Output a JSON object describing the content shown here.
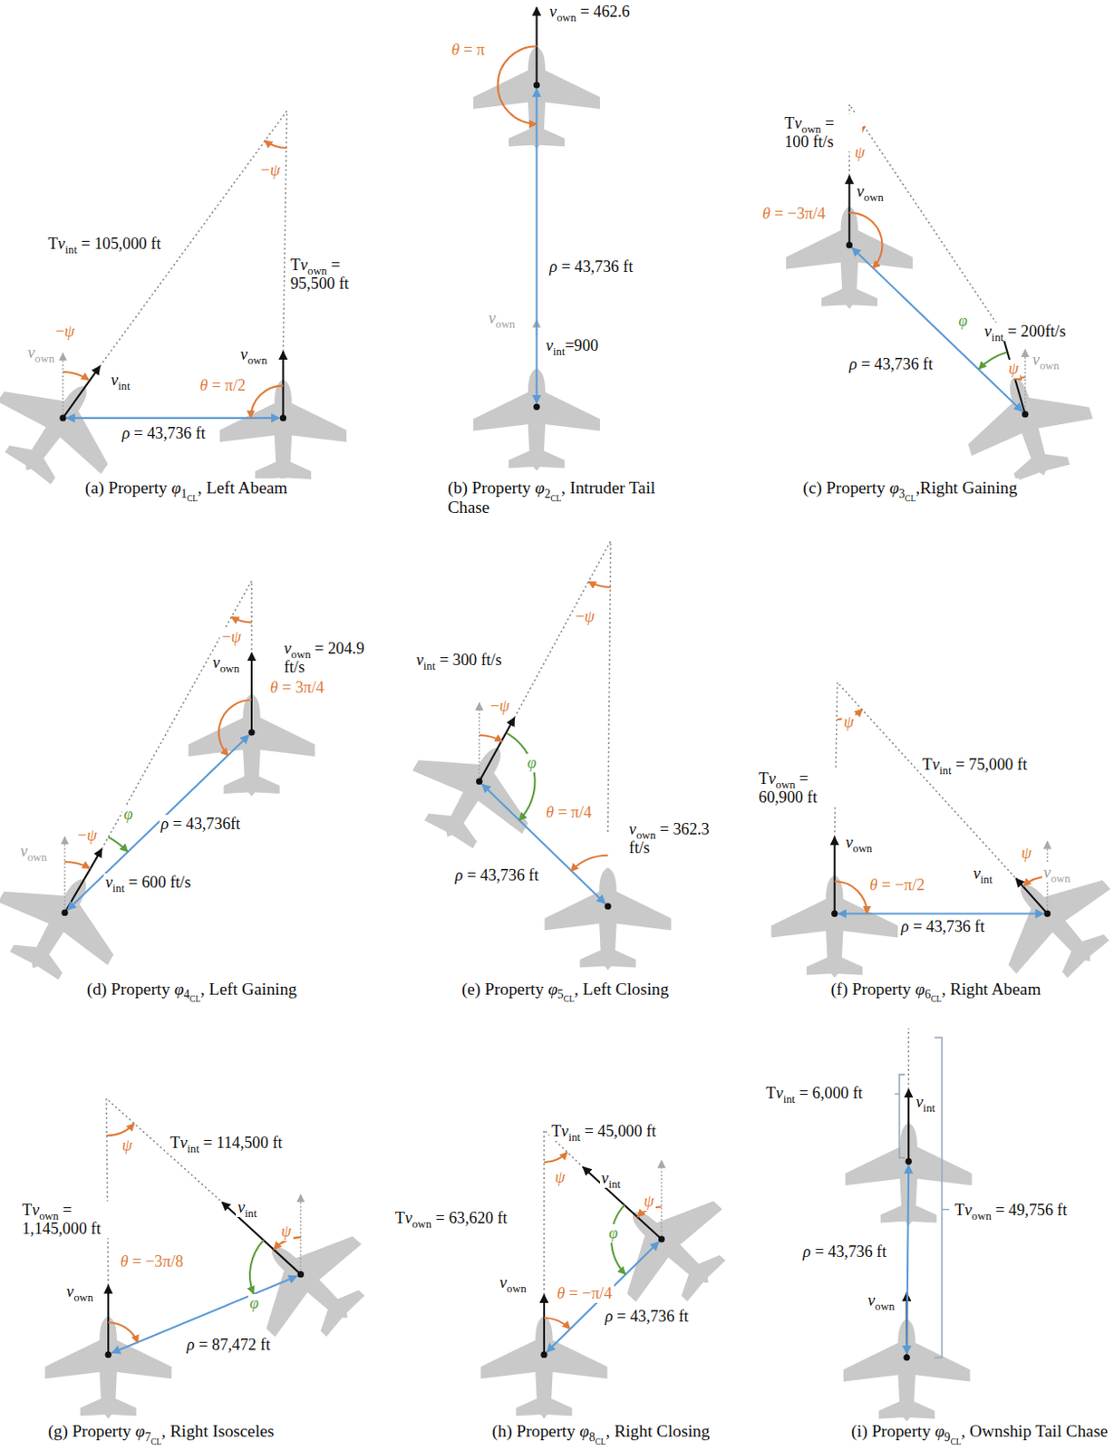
{
  "diagram": {
    "labels": [
      "−ψ",
      "vown",
      "vint",
      "Tvint = 105,000 ft",
      "−ψ",
      "Tvown = 95,500 ft",
      "vown",
      "θ = π/2",
      "ρ = 43,736 ft",
      "(a) Property φ1CL, Left Abeam",
      "vown = 462.6",
      "θ = π",
      "ρ = 43,736 ft",
      "vown",
      "vint=900",
      "(b) Property φ2CL, Intruder Tail Chase",
      "Tvown = 100 ft/s",
      "ψ",
      "vown",
      "θ = −3π/4",
      "φ",
      "vint = 200ft/s",
      "vown",
      "ψ",
      "ρ = 43,736 ft",
      "(c) Property φ3CL,Right Gaining",
      "−ψ",
      "vown",
      "vown = 204.9 ft/s",
      "θ = 3π/4",
      "φ",
      "ρ = 43,736ft",
      "vown",
      "−ψ",
      "vint = 600 ft/s",
      "(d) Property φ4CL, Left Gaining",
      "−ψ",
      "vint = 300 ft/s",
      "−ψ",
      "φ",
      "θ = π/4",
      "vown = 362.3 ft/s",
      "ρ = 43,736 ft",
      "(e) Property φ5CL, Left Closing",
      "ψ",
      "Tvint = 75,000 ft",
      "Tvown = 60,900 ft",
      "vown",
      "vint",
      "ψ",
      "vown",
      "θ = −π/2",
      "ρ = 43,736 ft",
      "(f) Property φ6CL, Right Abeam",
      "ψ",
      "Tvint = 114,500 ft",
      "Tvown = 1,145,000 ft",
      "vint",
      "ψ",
      "θ = −3π/8",
      "vown",
      "φ",
      "ρ = 87,472 ft",
      "(g) Property φ7CL, Right Isosceles",
      "Tvint = 45,000 ft",
      "ψ",
      "vint",
      "ψ",
      "Tvown = 63,620 ft",
      "φ",
      "vown",
      "θ = −π/4",
      "ρ = 43,736 ft",
      "(h) Property φ8CL, Right Closing",
      "Tvint = 6,000 ft",
      "vint",
      "Tvown = 49,756 ft",
      "ρ = 43,736 ft",
      "vown",
      "(i) Property φ9CL, Ownship Tail Chase"
    ]
  }
}
